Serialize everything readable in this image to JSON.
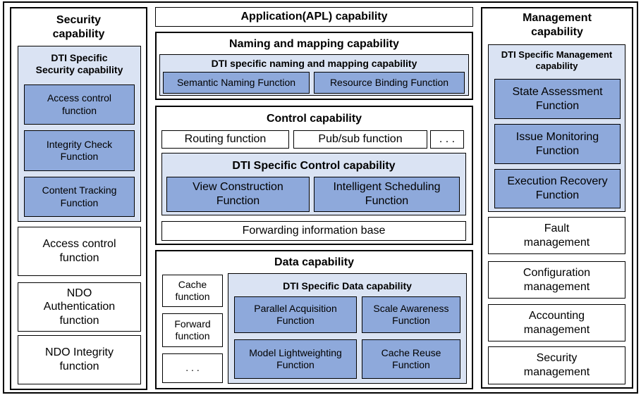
{
  "app": {
    "title": "Application(APL) capability"
  },
  "security": {
    "title": "Security\ncapability",
    "dti_title": "DTI Specific\nSecurity capability",
    "dti_items": [
      "Access control\nfunction",
      "Integrity Check\nFunction",
      "Content Tracking\nFunction"
    ],
    "items": [
      "Access control\nfunction",
      "NDO\nAuthentication\nfunction",
      "NDO Integrity\nfunction"
    ]
  },
  "naming": {
    "title": "Naming and mapping capability",
    "dti_title": "DTI specific naming and mapping capability",
    "items": [
      "Semantic Naming Function",
      "Resource Binding Function"
    ]
  },
  "control": {
    "title": "Control capability",
    "items": [
      "Routing function",
      "Pub/sub function",
      ". . ."
    ],
    "dti_title": "DTI Specific Control capability",
    "dti_items": [
      "View Construction\nFunction",
      "Intelligent Scheduling\nFunction"
    ],
    "fib": "Forwarding information base"
  },
  "data": {
    "title": "Data capability",
    "items": [
      "Cache\nfunction",
      "Forward\nfunction",
      ". . ."
    ],
    "dti_title": "DTI Specific Data capability",
    "dti_items": [
      "Parallel Acquisition\nFunction",
      "Scale Awareness\nFunction",
      "Model Lightweighting\nFunction",
      "Cache Reuse\nFunction"
    ]
  },
  "management": {
    "title": "Management\ncapability",
    "dti_title": "DTI Specific Management\ncapability",
    "dti_items": [
      "State Assessment\nFunction",
      "Issue Monitoring\nFunction",
      "Execution Recovery\nFunction"
    ],
    "items": [
      "Fault\nmanagement",
      "Configuration\nmanagement",
      "Accounting\nmanagement",
      "Security\nmanagement"
    ]
  }
}
